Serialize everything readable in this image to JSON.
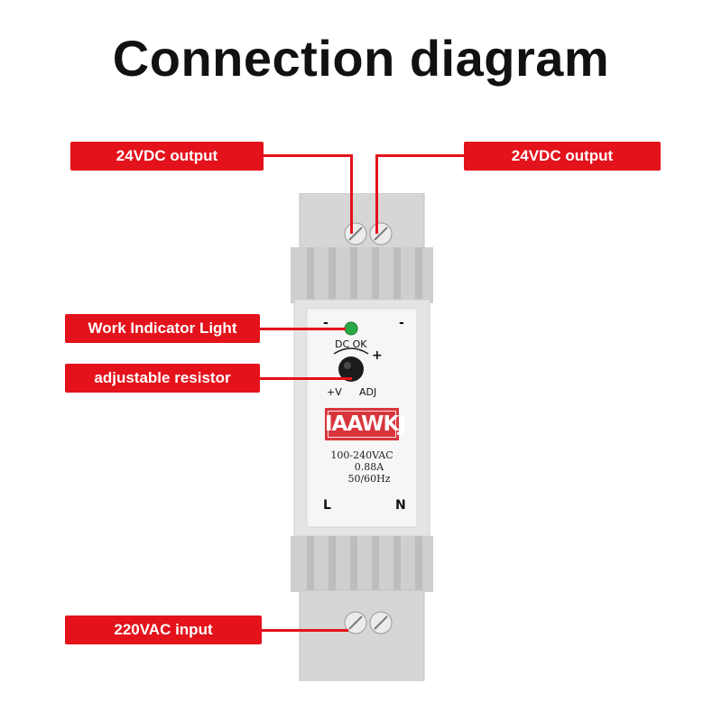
{
  "title": "Connection diagram",
  "labels": {
    "output_left": "24VDC output",
    "output_right": "24VDC output",
    "indicator": "Work Indicator Light",
    "resistor": "adjustable resistor",
    "input": "220VAC input"
  },
  "device": {
    "minus": "-",
    "dc_ok": "DC OK",
    "plus": "+",
    "plus_v": "+V",
    "adj": "ADJ",
    "brand": "IAAWKJ",
    "spec_voltage": "100-240VAC",
    "spec_current": "0.88A",
    "spec_freq": "50/60Hz",
    "terminal_l": "L",
    "terminal_n": "N"
  },
  "colors": {
    "callout": "#e3121b",
    "housing": "#dedede",
    "led": "#2aa845",
    "brand_box": "#d8353c"
  }
}
